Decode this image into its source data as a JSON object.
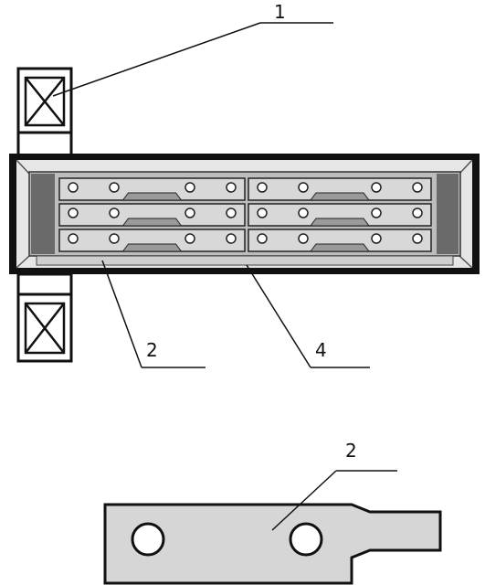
{
  "callouts": {
    "label_1": "1",
    "label_2_top": "2",
    "label_4": "4",
    "label_2_bottom": "2"
  },
  "colors": {
    "line": "#111111",
    "frame_fill": "#e6e6e6",
    "panel_fill": "#b8b8b8",
    "dark_strip": "#6a6a6a",
    "plate_fill": "#d6d6d6",
    "connector_fill": "#9a9a9a"
  }
}
